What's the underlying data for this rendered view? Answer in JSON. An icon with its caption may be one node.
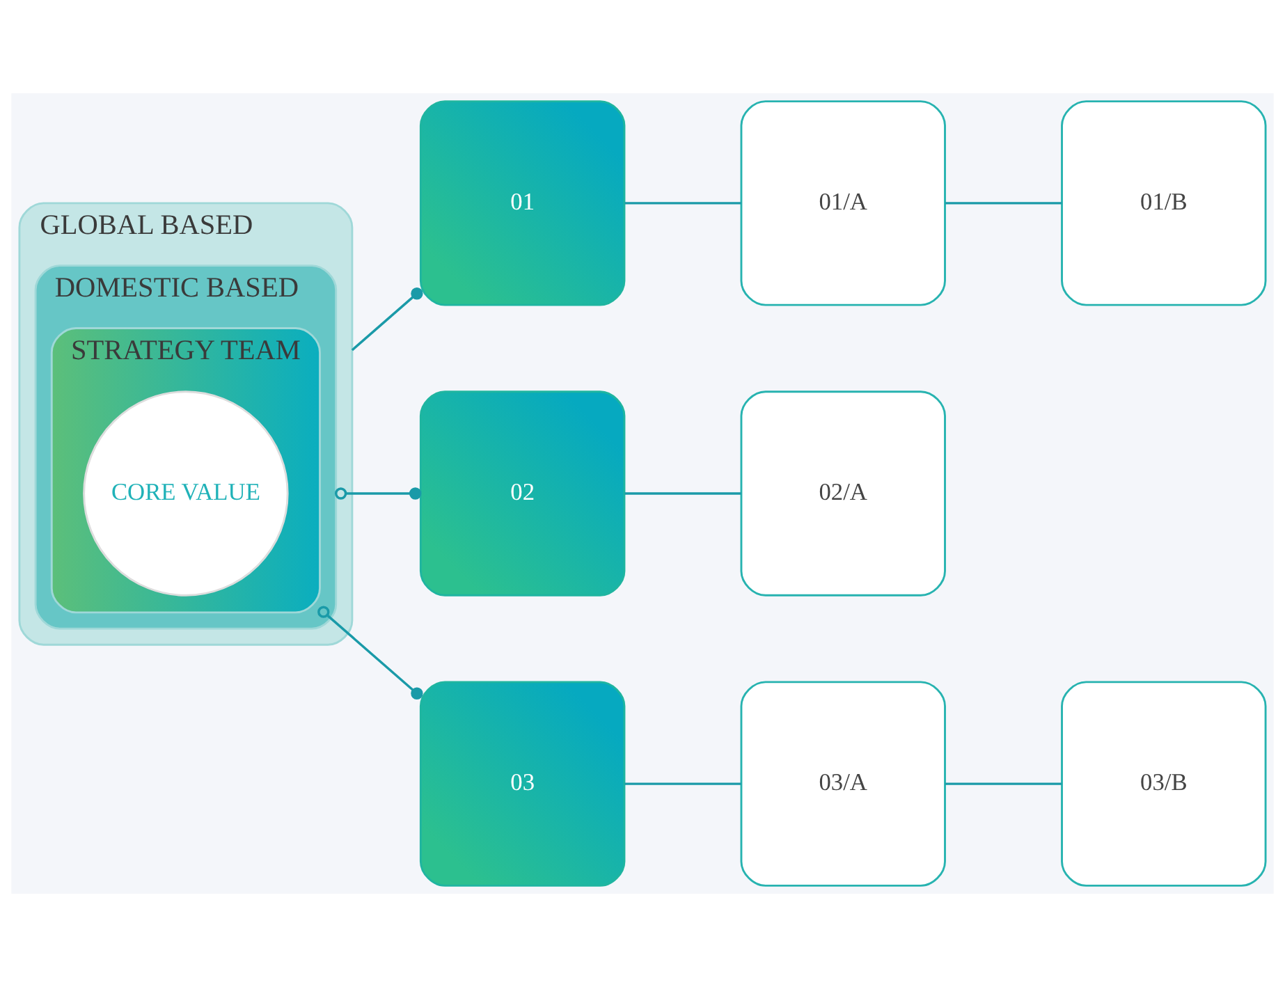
{
  "diagram": {
    "nodes": [
      {
        "text": [
          "GLOBAL BASED"
        ]
      },
      {
        "text": [
          "DOMESTIC BASED"
        ],
        "in": 0
      },
      {
        "text": [
          "STRATEGY TEAM"
        ],
        "in": 1
      },
      {
        "text": [
          "CORE VALUE"
        ],
        "in": 2
      },
      {
        "text": [
          "01"
        ]
      },
      {
        "text": [
          "01/A"
        ]
      },
      {
        "text": [
          "01/B"
        ]
      },
      {
        "text": [
          "02"
        ]
      },
      {
        "text": [
          "02/A"
        ]
      },
      {
        "text": [
          "03"
        ]
      },
      {
        "text": [
          "03/A"
        ]
      },
      {
        "text": [
          "03/B"
        ]
      }
    ],
    "edges": [
      {
        "from": 0,
        "to": 4,
        "arrow": "other"
      },
      {
        "from": 1,
        "to": 7,
        "arrow": "other"
      },
      {
        "from": 2,
        "to": 9,
        "arrow": "other"
      },
      {
        "from": 4,
        "to": 5,
        "arrow": "none"
      },
      {
        "from": 5,
        "to": 6,
        "arrow": "none"
      },
      {
        "from": 7,
        "to": 8,
        "arrow": "none"
      },
      {
        "from": 9,
        "to": 10,
        "arrow": "none"
      },
      {
        "from": 10,
        "to": 11,
        "arrow": "none"
      }
    ]
  }
}
